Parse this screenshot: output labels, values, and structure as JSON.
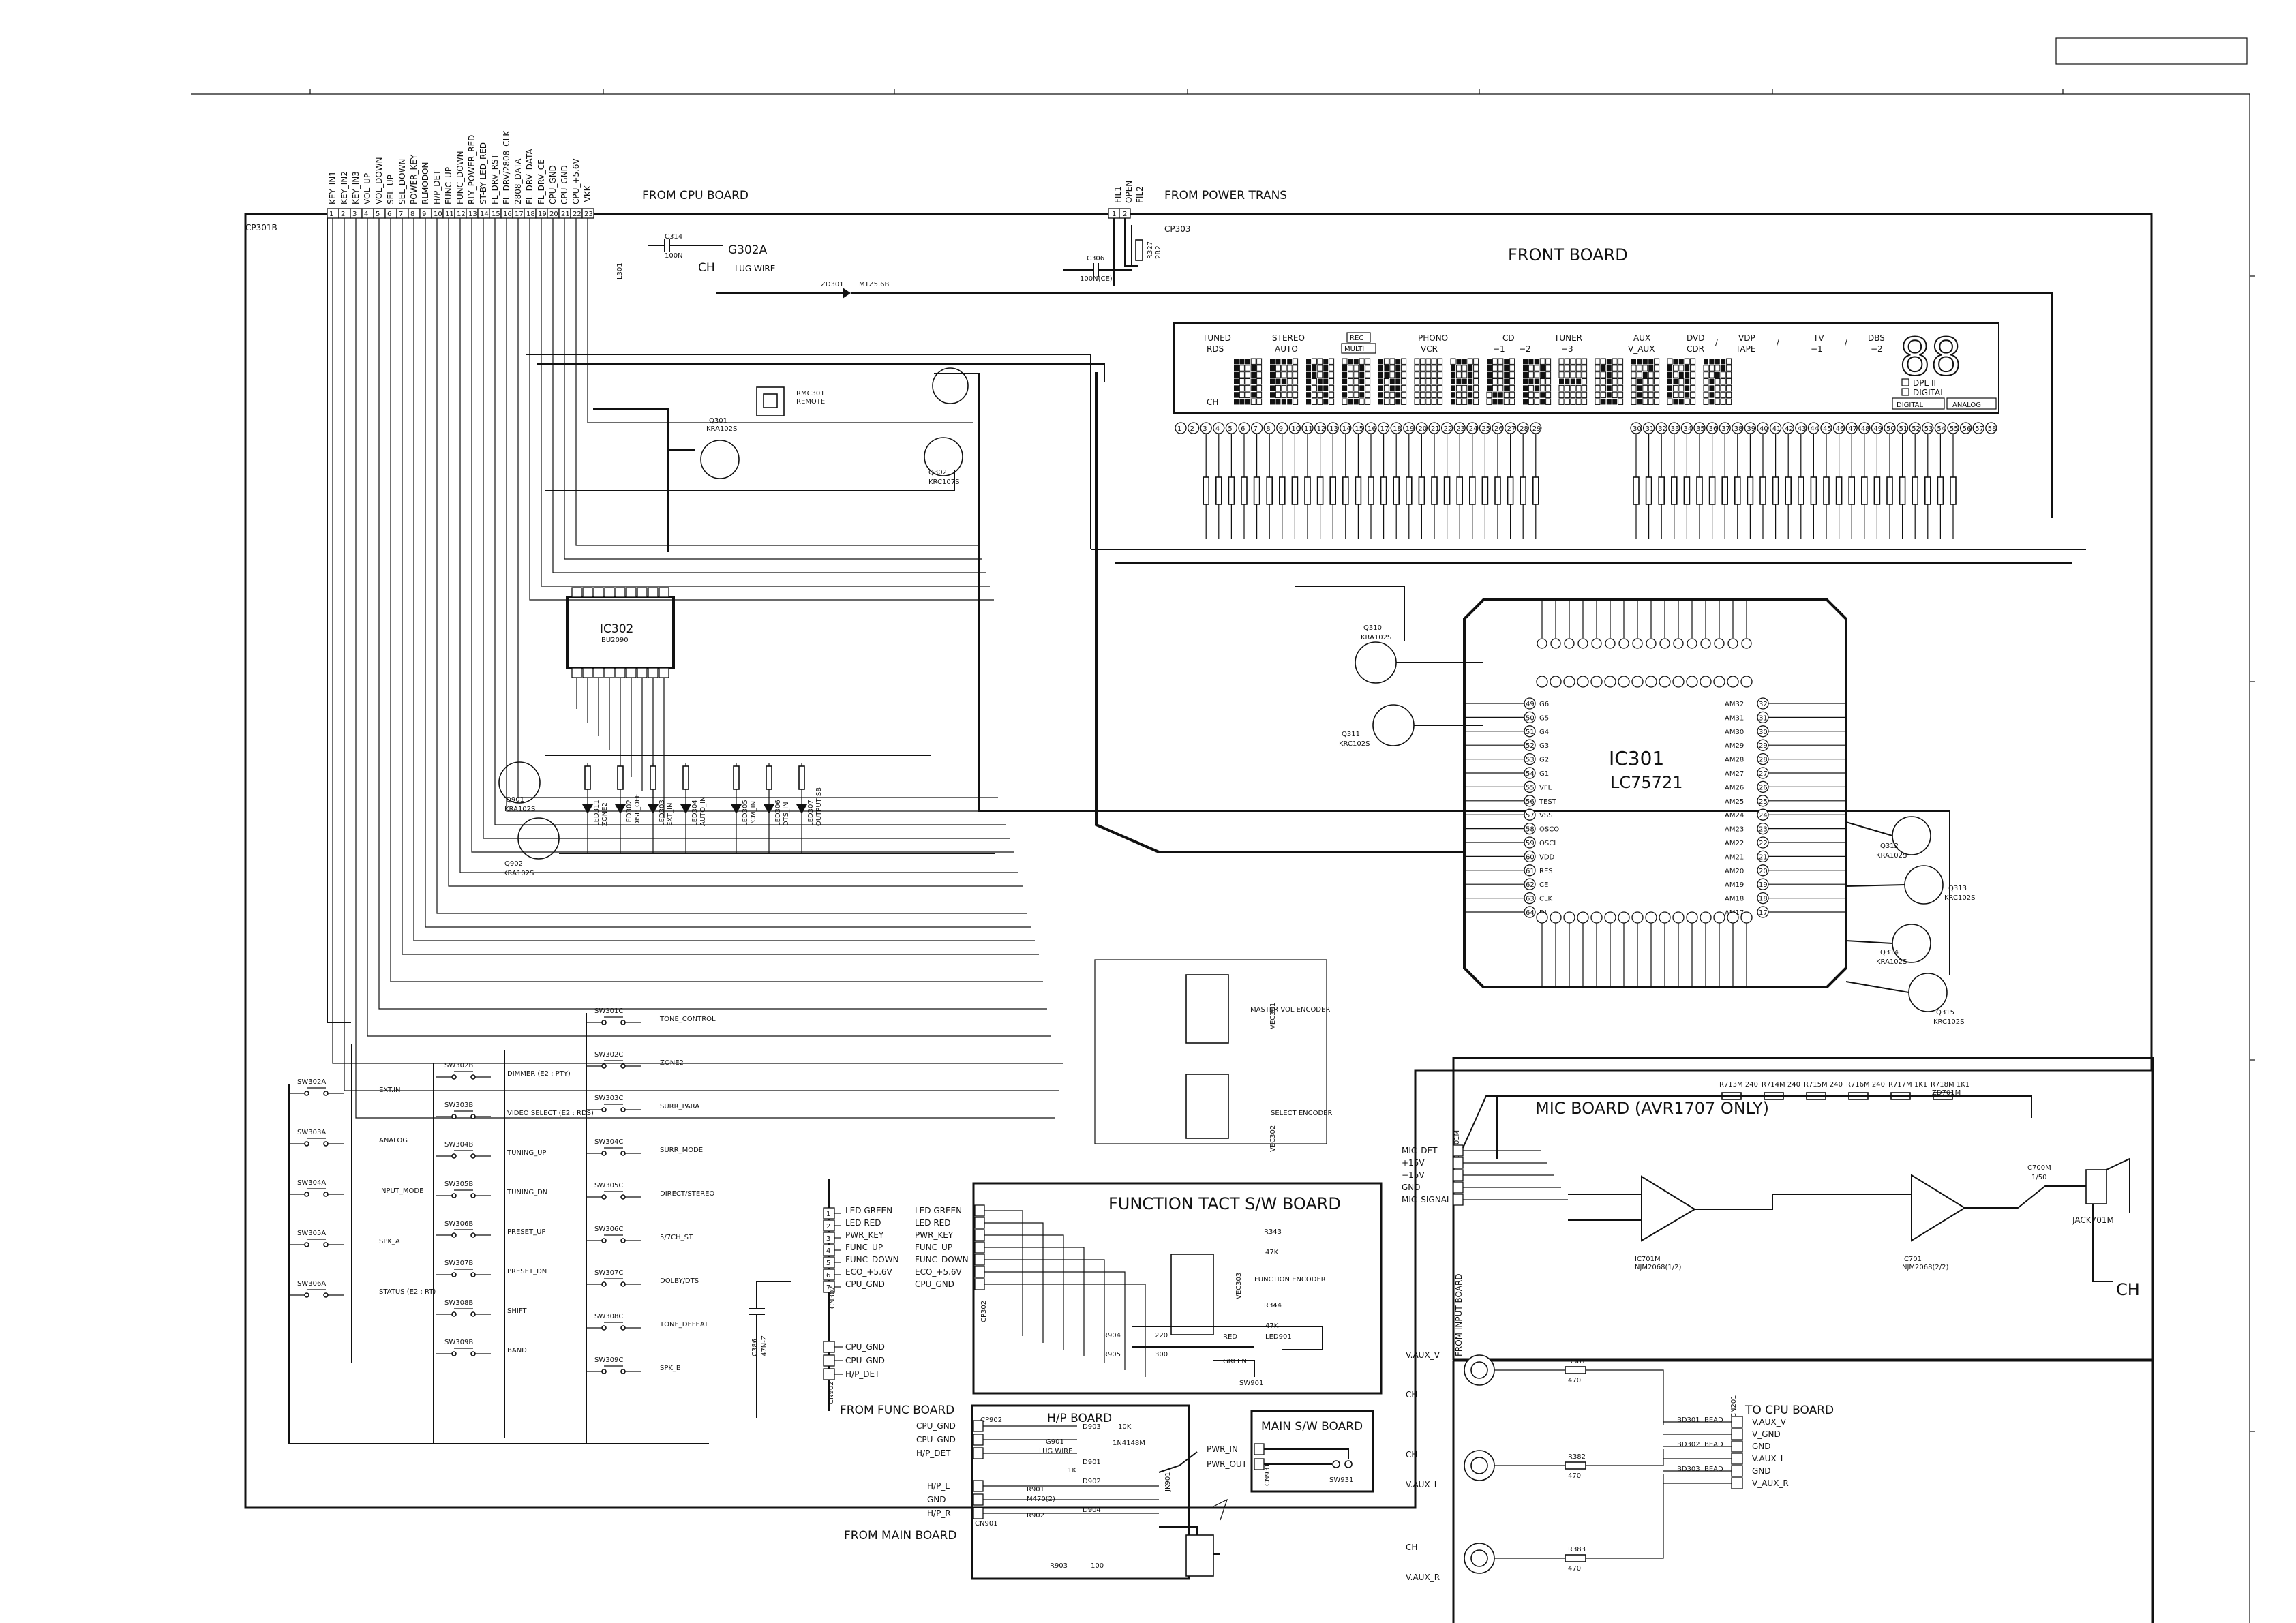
{
  "frame": {
    "title_box_text": ""
  },
  "cpu_connector": {
    "ref": "CP301B",
    "heading": "FROM CPU BOARD",
    "pins": [
      "1",
      "2",
      "3",
      "4",
      "5",
      "6",
      "7",
      "8",
      "9",
      "10",
      "11",
      "12",
      "13",
      "14",
      "15",
      "16",
      "17",
      "18",
      "19",
      "20",
      "21",
      "22",
      "23"
    ],
    "signals": [
      "KEY_IN1",
      "KEY_IN2",
      "KEY_IN3",
      "VOL_UP",
      "VOL_DOWN",
      "SEL_UP",
      "SEL_DOWN",
      "POWER_KEY",
      "RLMODON",
      "H/P_DET",
      "FUNC_UP",
      "FUNC_DOWN",
      "RLY_POWER_RED",
      "ST-BY LED_RED",
      "FL_DRV_RST",
      "FL_DRV/2808_CLK",
      "2808_DATA",
      "FL_DRV_DATA",
      "FL_DRV_CE",
      "CPU_GND",
      "CPU_GND",
      "CPU_+5.6V",
      "-VKK"
    ]
  },
  "power_connector": {
    "ref": "CP303",
    "heading": "FROM POWER TRANS",
    "signals": [
      "FIL1",
      "OPEN",
      "FIL2"
    ]
  },
  "front_board": {
    "title": "FRONT BOARD",
    "lug_wire": "LUG WIRE",
    "ch_label": "CH",
    "g302a": "G302A",
    "c314": "C314",
    "c314v": "100N",
    "c306": "C306",
    "c306v": "100N(CE)",
    "zd301": "ZD301",
    "zd301v": "MTZ5.6B",
    "l301": "L301",
    "r327": "R327",
    "r327v": "2R2"
  },
  "vfd": {
    "labels_top": [
      "TUNED",
      "STEREO",
      "PHONO",
      "CD",
      "TUNER",
      "AUX",
      "DVD",
      "VDP",
      "TV",
      "DBS"
    ],
    "labels_bottom": [
      "RDS",
      "AUTO",
      "VCR",
      "−1",
      "−2",
      "−3",
      "V_AUX",
      "CDR",
      "TAPE",
      "−1",
      "−2"
    ],
    "rec": "REC",
    "multi": "MULTI",
    "slashes": [
      "/",
      "/",
      "/",
      "/"
    ],
    "ch": "CH",
    "text": "DENON AVR-1707",
    "big_digits": "88",
    "dpl2": "DPL II",
    "digital_small": "DIGITAL",
    "digital_badge": "DIGITAL",
    "analog_badge": "ANALOG",
    "pins_left": [
      "1",
      "2",
      "3",
      "4",
      "5",
      "6",
      "7",
      "8",
      "9",
      "10",
      "11",
      "12",
      "13",
      "14",
      "15",
      "16",
      "17",
      "18",
      "19",
      "20",
      "21",
      "22",
      "23",
      "24",
      "25",
      "26",
      "27",
      "28",
      "29"
    ],
    "pins_right": [
      "30",
      "31",
      "32",
      "33",
      "34",
      "35",
      "36",
      "37",
      "38",
      "39",
      "40",
      "41",
      "42",
      "43",
      "44",
      "45",
      "46",
      "47",
      "48",
      "49",
      "50",
      "51",
      "52",
      "53",
      "54",
      "55",
      "56",
      "57",
      "58"
    ]
  },
  "ic301": {
    "ref": "IC301",
    "part": "LC75721",
    "left_pins": [
      "G6",
      "G5",
      "G4",
      "G3",
      "G2",
      "G1",
      "VFL",
      "TEST",
      "VSS",
      "OSCO",
      "OSCI",
      "VDD",
      "RES",
      "CE",
      "CLK",
      "DI"
    ],
    "right_pins": [
      "AM32",
      "AM31",
      "AM30",
      "AM29",
      "AM28",
      "AM27",
      "AM26",
      "AM25",
      "AM24",
      "AM23",
      "AM22",
      "AM21",
      "AM20",
      "AM19",
      "AM18",
      "AM17"
    ],
    "left_nums": [
      "49",
      "50",
      "51",
      "52",
      "53",
      "54",
      "55",
      "56",
      "57",
      "58",
      "59",
      "60",
      "61",
      "62",
      "63",
      "64"
    ],
    "right_nums": [
      "32",
      "31",
      "30",
      "29",
      "28",
      "27",
      "26",
      "25",
      "24",
      "23",
      "22",
      "21",
      "20",
      "19",
      "18",
      "17"
    ]
  },
  "ic302": {
    "ref": "IC302",
    "part": "BU2090"
  },
  "transistors": {
    "q301": "Q301",
    "q301p": "KRA102S",
    "q302": "Q302",
    "q302p": "KRC107S",
    "q310": "Q310",
    "q310p": "KRA102S",
    "q311": "Q311",
    "q311p": "KRC102S",
    "q312": "Q312",
    "q312p": "KRA102S",
    "q313": "Q313",
    "q313p": "KRC102S",
    "q314": "Q314",
    "q314p": "KRA102S",
    "q315": "Q315",
    "q315p": "KRC102S",
    "q901": "Q901",
    "q901p": "KRA102S",
    "q902": "Q902",
    "q902p": "KRA102S"
  },
  "remote": {
    "ref": "RMC301",
    "name": "REMOTE"
  },
  "leds": [
    {
      "ref": "LED311",
      "name": "ZONE2"
    },
    {
      "ref": "LED302",
      "name": "DISP_OFF"
    },
    {
      "ref": "LED303",
      "name": "EXT_IN"
    },
    {
      "ref": "LED304",
      "name": "AUTO_IN"
    },
    {
      "ref": "LED305",
      "name": "PCM_IN"
    },
    {
      "ref": "LED306",
      "name": "DTS_IN"
    },
    {
      "ref": "LED307",
      "name": "OUTPUT SB"
    }
  ],
  "encoders": {
    "vec301": "VEC301",
    "master": "MASTER VOL ENCODER",
    "vec302": "VEC302",
    "select": "SELECT ENCODER"
  },
  "switch_matrix": {
    "col_a": [
      {
        "sw": "SW302A",
        "label": "EXT.IN"
      },
      {
        "sw": "SW303A",
        "label": "ANALOG"
      },
      {
        "sw": "SW304A",
        "label": "INPUT_MODE"
      },
      {
        "sw": "SW305A",
        "label": "SPK_A"
      },
      {
        "sw": "SW306A",
        "label": "STATUS (E2 : RT)"
      }
    ],
    "col_b": [
      {
        "sw": "SW302B",
        "label": "DIMMER (E2 : PTY)"
      },
      {
        "sw": "SW303B",
        "label": "VIDEO SELECT (E2 : RDS)"
      },
      {
        "sw": "SW304B",
        "label": "TUNING_UP"
      },
      {
        "sw": "SW305B",
        "label": "TUNING_DN"
      },
      {
        "sw": "SW306B",
        "label": "PRESET_UP"
      },
      {
        "sw": "SW307B",
        "label": "PRESET_DN"
      },
      {
        "sw": "SW308B",
        "label": "SHIFT"
      },
      {
        "sw": "SW309B",
        "label": "BAND"
      }
    ],
    "col_c": [
      {
        "sw": "SW301C",
        "label": "TONE_CONTROL"
      },
      {
        "sw": "SW302C",
        "label": "ZONE2"
      },
      {
        "sw": "SW303C",
        "label": "SURR_PARA"
      },
      {
        "sw": "SW304C",
        "label": "SURR_MODE"
      },
      {
        "sw": "SW305C",
        "label": "DIRECT/STEREO"
      },
      {
        "sw": "SW306C",
        "label": "5/7CH_ST."
      },
      {
        "sw": "SW307C",
        "label": "DOLBY/DTS"
      },
      {
        "sw": "SW308C",
        "label": "TONE_DEFEAT"
      },
      {
        "sw": "SW309C",
        "label": "SPK_B"
      }
    ]
  },
  "function_board": {
    "title": "FUNCTION  TACT S/W BOARD",
    "connector": "CP302",
    "left_signals": [
      "LED GREEN",
      "LED RED",
      "PWR_KEY",
      "FUNC_UP",
      "FUNC_DOWN",
      "ECO_+5.6V",
      "CPU_GND"
    ],
    "right_signals": [
      "LED GREEN",
      "LED RED",
      "PWR_KEY",
      "FUNC_UP",
      "FUNC_DOWN",
      "ECO_+5.6V",
      "CPU_GND"
    ],
    "vec303": "VEC303",
    "encoder": "FUNCTION ENCODER",
    "r343": "R343",
    "r343v": "47K",
    "r344": "R344",
    "r344v": "47K",
    "r904": "R904",
    "r904v": "220",
    "r905": "R905",
    "r905v": "300",
    "led901": "LED901",
    "red": "RED",
    "green": "GREEN",
    "sw901": "SW901"
  },
  "cn302": {
    "ref": "CN302",
    "c386": "C386",
    "c386v": "47N-Z"
  },
  "cn902": {
    "ref": "CN902",
    "signals": [
      "CPU_GND",
      "CPU_GND",
      "H/P_DET"
    ]
  },
  "func_board_link": {
    "title": "FROM FUNC BOARD",
    "connector": "CP902",
    "signals": [
      "CPU_GND",
      "CPU_GND",
      "H/P_DET"
    ]
  },
  "hp_board": {
    "title": "H/P BOARD",
    "title2": "FROM MAIN BOARD",
    "connector": "CN901",
    "signals": [
      "H/P_L",
      "GND",
      "H/P_R"
    ],
    "jack": "JK901",
    "g901": "G901",
    "lug": "LUG WIRE",
    "d903": "D903",
    "d901": "D901",
    "d902": "D902",
    "d904": "D904",
    "dv": "1N4148M",
    "r901": "R901",
    "r902": "R902",
    "r903": "R903",
    "r903v": "100",
    "rv": "M470(2)",
    "val_1k": "1K",
    "val_10k": "10K"
  },
  "main_sw_board": {
    "title": "MAIN S/W BOARD",
    "connector": "CN931",
    "signals": [
      "PWR_IN",
      "PWR_OUT"
    ],
    "sw": "SW931"
  },
  "mic_board": {
    "title": "MIC BOARD (AVR1707 ONLY)",
    "connector": "CN701M",
    "from": "FROM INPUT BOARD",
    "signals": [
      "MIC_DET",
      "+15V",
      "−15V",
      "GND",
      "MIC_SIGNAL"
    ],
    "ic701a": "IC701M",
    "ic701ap": "NJM2068(1/2)",
    "ic701b": "IC701",
    "ic701bp": "NJM2068(2/2)",
    "jack": "JACK701M",
    "ch": "CH",
    "res_top": [
      "R713M 240",
      "R714M 240",
      "R715M 240",
      "R716M 240",
      "R717M 1K1",
      "R718M 1K1"
    ],
    "zd": "ZD701M",
    "c700": "C700M",
    "c700v": "1/50"
  },
  "vaux_board": {
    "title": "TO CPU BOARD",
    "connector": "CN201",
    "jacks": [
      "V.AUX_V",
      "V.AUX_L",
      "V.AUX_R"
    ],
    "signals": [
      "V.AUX_V",
      "V_GND",
      "GND",
      "V.AUX_L",
      "GND",
      "V_AUX_R"
    ],
    "beads": [
      "BD301",
      "BD302",
      "BD303"
    ],
    "bead": "BEAD",
    "r381": "R381",
    "r382": "R382",
    "r383": "R383",
    "rv": "470",
    "ch": "CH"
  }
}
